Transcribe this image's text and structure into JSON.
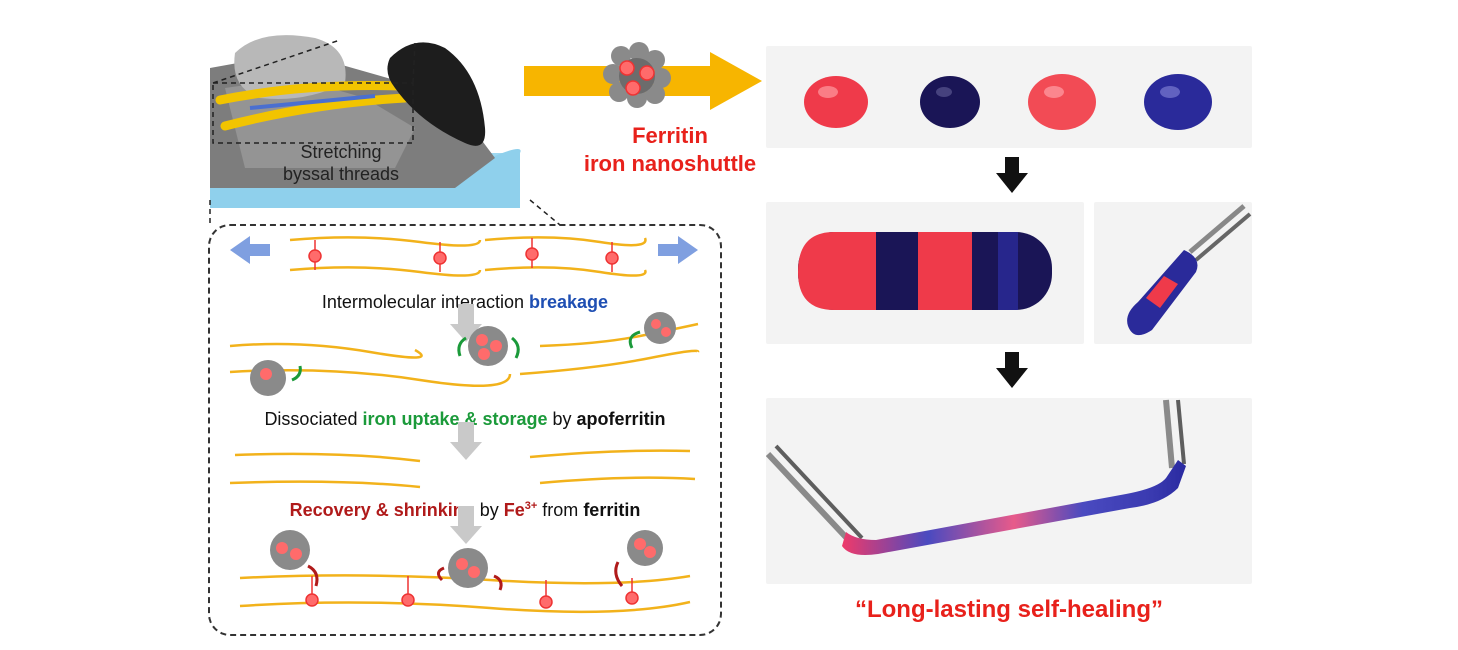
{
  "mussel": {
    "caption_line1": "Stretching",
    "caption_line2": "byssal threads"
  },
  "shuttle": {
    "line1": "Ferritin",
    "line2": "iron nanoshuttle"
  },
  "mechanism": {
    "step1_prefix": "Intermolecular interaction ",
    "step1_highlight": "breakage",
    "step2_prefix": "Dissociated ",
    "step2_highlight": "iron uptake & storage",
    "step2_mid": " by ",
    "step2_bold": "apoferritin",
    "step3_highlight": "Recovery & shrinking",
    "step3_mid": " by ",
    "step3_ion": "Fe",
    "step3_sup": "3+",
    "step3_mid2": " from ",
    "step3_bold": "ferritin"
  },
  "result": {
    "quote": "“Long-lasting self-healing”"
  },
  "colors": {
    "red": "#e8211b",
    "dark_red": "#b01a1a",
    "blue": "#1f4fb3",
    "green": "#1b9a3a",
    "arrow_yellow": "#f7b500",
    "arrow_blue": "#7f9fe0",
    "thread": "#f2b21b"
  }
}
